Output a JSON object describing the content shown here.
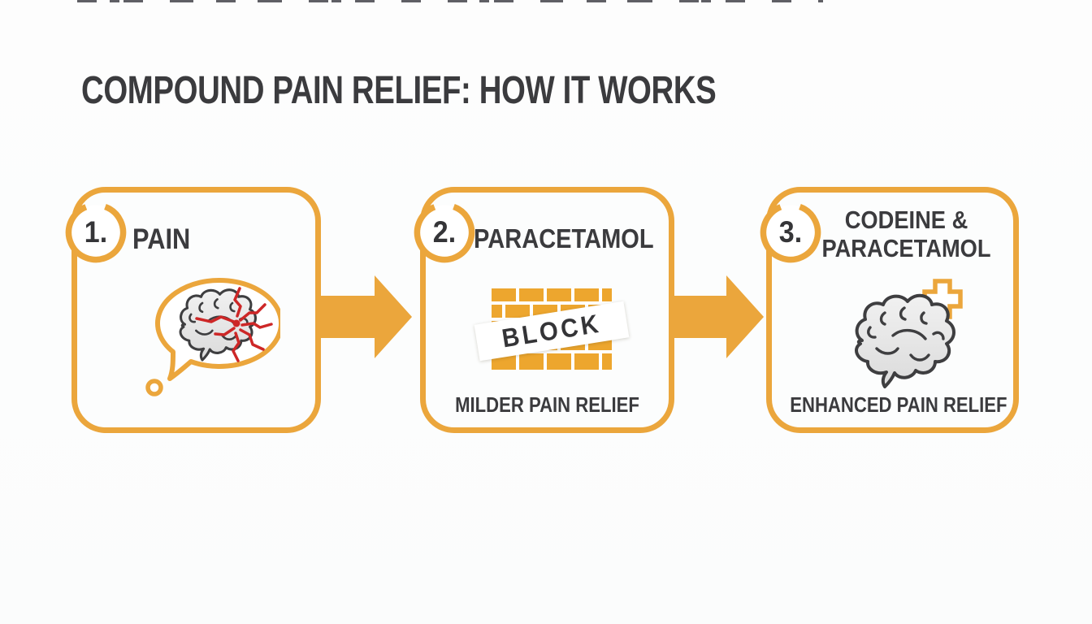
{
  "title": "COMPOUND PAIN RELIEF: HOW IT WORKS",
  "palette": {
    "accent_orange": "#EBA63C",
    "brick_orange": "#EDA62E",
    "pain_red": "#CD2727",
    "text_dark": "#3B3B3E",
    "brain_gray": "#E3E3E3",
    "background": "#FDFDFD"
  },
  "steps": [
    {
      "number": "1.",
      "title": "PAIN",
      "icon": "brain-pain-thought-bubble-icon"
    },
    {
      "number": "2.",
      "title": "PARACETAMOL",
      "icon": "brick-wall-icon",
      "block_label": "BLOCK",
      "caption": "MILDER PAIN RELIEF"
    },
    {
      "number": "3.",
      "title_line1": "CODEINE &",
      "title_line2": "PARACETAMOL",
      "icon": "brain-plus-icon",
      "caption": "ENHANCED PAIN RELIEF"
    }
  ],
  "connectors": [
    {
      "icon": "flow-arrow-icon",
      "direction": "right"
    },
    {
      "icon": "flow-arrow-icon",
      "direction": "right"
    }
  ]
}
